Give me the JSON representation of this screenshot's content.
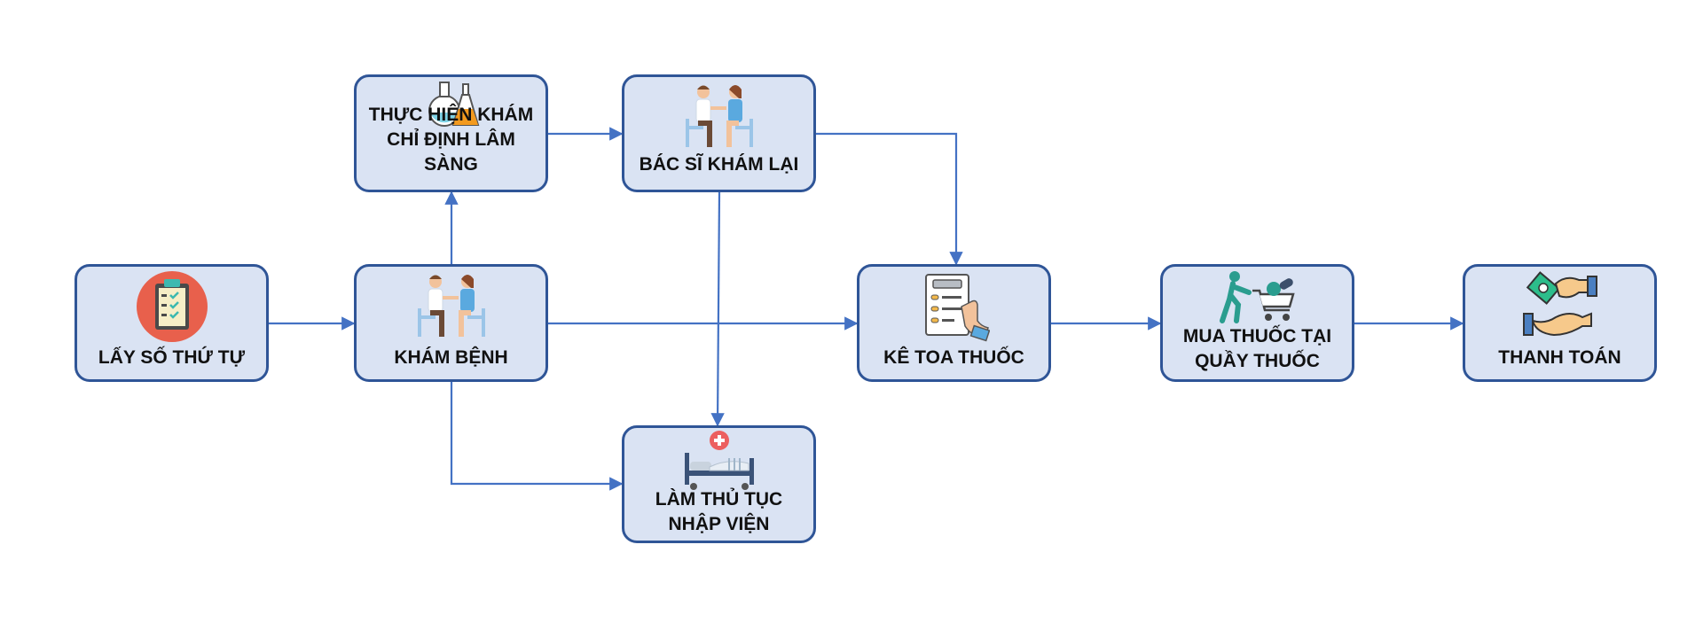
{
  "nodes": {
    "lay_so": {
      "label": "LẤY SỐ THỨ TỰ",
      "icon": "clipboard-checklist-icon"
    },
    "kham_benh": {
      "label": "KHÁM BỆNH",
      "icon": "doctor-patient-icon"
    },
    "thuc_hien": {
      "label": "THỰC HIỆN KHÁM CHỈ ĐỊNH LÂM SÀNG",
      "icon": "lab-flask-icon"
    },
    "bac_si": {
      "label": "BÁC SĨ KHÁM LẠI",
      "icon": "doctor-patient-icon"
    },
    "nhap_vien": {
      "label": "LÀM THỦ TỤC NHẬP VIỆN",
      "icon": "hospital-bed-icon"
    },
    "ke_toa": {
      "label": "KÊ TOA THUỐC",
      "icon": "prescription-icon"
    },
    "mua_thuoc": {
      "label": "MUA THUỐC TẠI QUẦY THUỐC",
      "icon": "shopping-cart-icon"
    },
    "thanh_toan": {
      "label": "THANH TOÁN",
      "icon": "payment-hands-icon"
    }
  },
  "edges": [
    {
      "from": "LẤY SỐ THỨ TỰ",
      "to": "KHÁM BỆNH"
    },
    {
      "from": "KHÁM BỆNH",
      "to": "THỰC HIỆN KHÁM CHỈ ĐỊNH LÂM SÀNG"
    },
    {
      "from": "KHÁM BỆNH",
      "to": "KÊ TOA THUỐC"
    },
    {
      "from": "KHÁM BỆNH",
      "to": "LÀM THỦ TỤC NHẬP VIỆN"
    },
    {
      "from": "THỰC HIỆN KHÁM CHỈ ĐỊNH LÂM SÀNG",
      "to": "BÁC SĨ KHÁM LẠI"
    },
    {
      "from": "BÁC SĨ KHÁM LẠI",
      "to": "KÊ TOA THUỐC"
    },
    {
      "from": "BÁC SĨ KHÁM LẠI",
      "to": "LÀM THỦ TỤC NHẬP VIỆN"
    },
    {
      "from": "KÊ TOA THUỐC",
      "to": "MUA THUỐC TẠI QUẦY THUỐC"
    },
    {
      "from": "MUA THUỐC TẠI QUẦY THUỐC",
      "to": "THANH TOÁN"
    }
  ],
  "colors": {
    "node_fill": "#dae3f3",
    "node_border": "#2f5597",
    "connector": "#4472c4",
    "text": "#111111"
  }
}
